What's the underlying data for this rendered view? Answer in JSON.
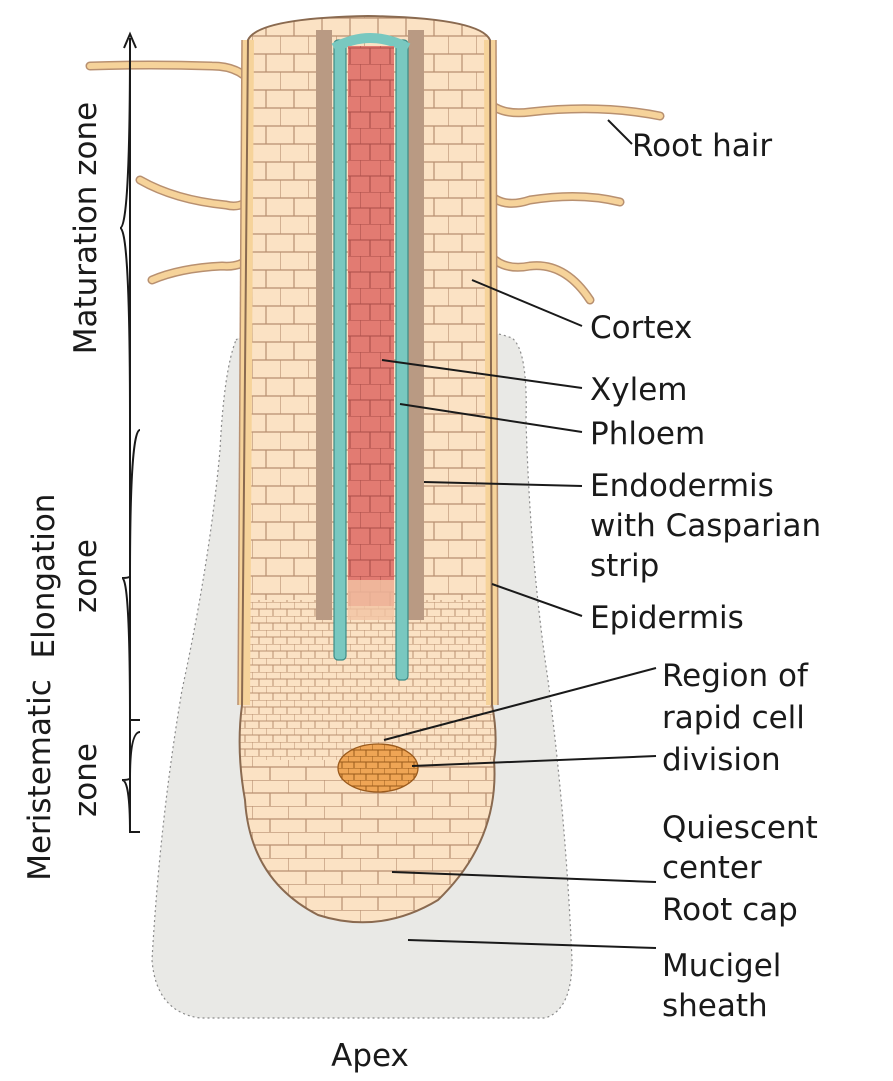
{
  "colors": {
    "mucigel": "#e9e9e6",
    "cell_fill": "#fbe2c4",
    "cell_line": "#b89070",
    "epidermis": "#f6d39a",
    "endodermis": "#b99a83",
    "phloem": "#79c8c0",
    "xylem": "#e27b72",
    "quiescent": "#efa555"
  },
  "zones": {
    "maturation": "Maturation zone",
    "elongation_1": "Elongation",
    "elongation_2": "zone",
    "meristematic_1": "Meristematic",
    "meristematic_2": "zone"
  },
  "labels": {
    "root_hair": "Root hair",
    "cortex": "Cortex",
    "xylem": "Xylem",
    "phloem": "Phloem",
    "endodermis_1": "Endodermis",
    "endodermis_2": "with Casparian",
    "endodermis_3": "strip",
    "epidermis": "Epidermis",
    "region_1": "Region of",
    "region_2": "rapid cell",
    "region_3": "division",
    "quiescent_1": "Quiescent",
    "quiescent_2": "center",
    "root_cap": "Root cap",
    "mucigel_1": "Mucigel",
    "mucigel_2": "sheath",
    "apex": "Apex"
  }
}
